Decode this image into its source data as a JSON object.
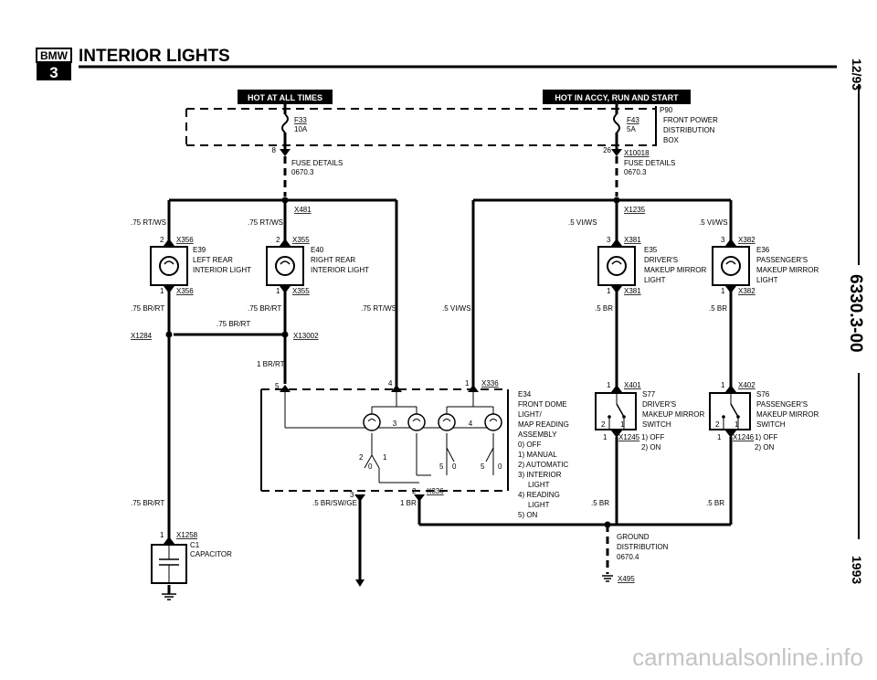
{
  "header": {
    "logo_text": "BMW",
    "logo_number": "3",
    "title": "INTERIOR LIGHTS"
  },
  "side": {
    "date": "12/93",
    "code": "6330.3-00",
    "year": "1993"
  },
  "watermark": "carmanualsonline.info",
  "buses": {
    "hot_at_all_times": "HOT AT ALL TIMES",
    "hot_in_accy": "HOT IN ACCY, RUN AND START"
  },
  "fuse_box": {
    "id": "P90",
    "desc1": "FRONT POWER",
    "desc2": "DISTRIBUTION",
    "desc3": "BOX"
  },
  "fuses": {
    "f33": {
      "id": "F33",
      "rating": "10A",
      "pin": "8"
    },
    "f43": {
      "id": "F43",
      "rating": "5A",
      "pin": "26",
      "conn": "X10018"
    }
  },
  "fuse_details": {
    "l1": "FUSE DETAILS",
    "l2": "0670.3",
    "r1": "FUSE DETAILS",
    "r2": "0670.3"
  },
  "connectors": {
    "x481": "X481",
    "x1235": "X1235",
    "x356": "X356",
    "x355": "X355",
    "x381": "X381",
    "x382": "X382",
    "x1284": "X1284",
    "x13002": "X13002",
    "x336": "X336",
    "x401": "X401",
    "x402": "X402",
    "x1245": "X1245",
    "x1246": "X1246",
    "x1258": "X1258",
    "x495": "X495"
  },
  "wires": {
    "w75rtws": ".75 RT/WS",
    "w75brrt": ".75 BR/RT",
    "w5viws": ".5 VI/WS",
    "w5br": ".5 BR",
    "w1brrt": "1 BR/RT",
    "w5brswge": ".5 BR/SW/GE",
    "w1br": "1 BR"
  },
  "pins": {
    "p1": "1",
    "p2": "2",
    "p3": "3",
    "p4": "4",
    "p5": "5",
    "p0": "0"
  },
  "components": {
    "e39": [
      "E39",
      "LEFT REAR",
      "INTERIOR LIGHT"
    ],
    "e40": [
      "E40",
      "RIGHT REAR",
      "INTERIOR LIGHT"
    ],
    "e35": [
      "E35",
      "DRIVER'S",
      "MAKEUP MIRROR",
      "LIGHT"
    ],
    "e36": [
      "E36",
      "PASSENGER'S",
      "MAKEUP MIRROR",
      "LIGHT"
    ],
    "e34": [
      "E34",
      "FRONT DOME",
      "LIGHT/",
      "MAP READING",
      "ASSEMBLY",
      "0) OFF",
      "1) MANUAL",
      "2) AUTOMATIC",
      "3) INTERIOR",
      "LIGHT",
      "4) READING",
      "LIGHT",
      "5) ON"
    ],
    "s77": [
      "S77",
      "DRIVER'S",
      "MAKEUP MIRROR",
      "SWITCH"
    ],
    "s76": [
      "S76",
      "PASSENGER'S",
      "MAKEUP MIRROR",
      "SWITCH"
    ],
    "sw_state": [
      "1) OFF",
      "2) ON"
    ],
    "c1": [
      "C1",
      "CAPACITOR"
    ],
    "ground": [
      "GROUND",
      "DISTRIBUTION",
      "0670.4"
    ]
  }
}
